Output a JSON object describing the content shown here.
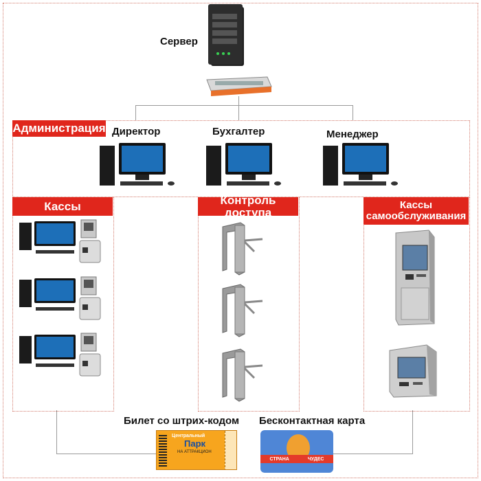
{
  "server": {
    "label": "Сервер"
  },
  "admin": {
    "header": "Администрация",
    "director": "Директор",
    "accountant": "Бухгалтер",
    "manager": "Менеджер"
  },
  "cash": {
    "header": "Кассы"
  },
  "access": {
    "header": "Контроль доступа"
  },
  "self": {
    "header_line1": "Кассы",
    "header_line2": "самообслуживания"
  },
  "ticket": {
    "label": "Билет со штрих-кодом",
    "line1": "Центральный",
    "line2": "Парк",
    "line3": "НА АТТРАКЦИОН"
  },
  "card": {
    "label": "Бесконтактная карта",
    "line1": "СТРАНА",
    "line2": "ЧУДЕС"
  },
  "colors": {
    "accent": "#e0261c",
    "frame": "#d2786a",
    "lines": "#9a9a9a"
  }
}
